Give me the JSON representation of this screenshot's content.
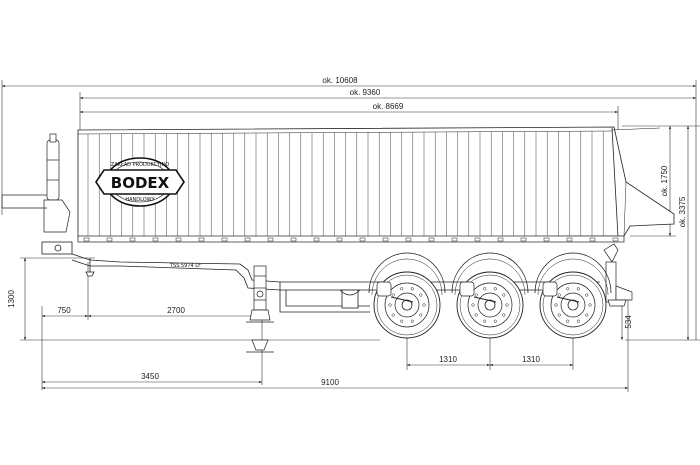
{
  "diagram": {
    "dimensions": {
      "overall_length": "ok. 10608",
      "length_9360": "ok. 9360",
      "body_length": "ok. 8669",
      "body_height": "ok. 1750",
      "total_height": "ok. 3375",
      "coupling_height": "1300",
      "front_offset": "750",
      "kingpin_to_leg": "2700",
      "axle_spacing_1": "1310",
      "axle_spacing_2": "1310",
      "platform_height": "534",
      "leg_position": "3450",
      "chassis_length": "9100"
    },
    "logo": {
      "brand": "BODEX",
      "arc_top": "ZAKŁAD PRODUKCYJNO",
      "arc_bottom": "HANDLOWY"
    },
    "chassis_marking": "TSS 5974 LF"
  }
}
